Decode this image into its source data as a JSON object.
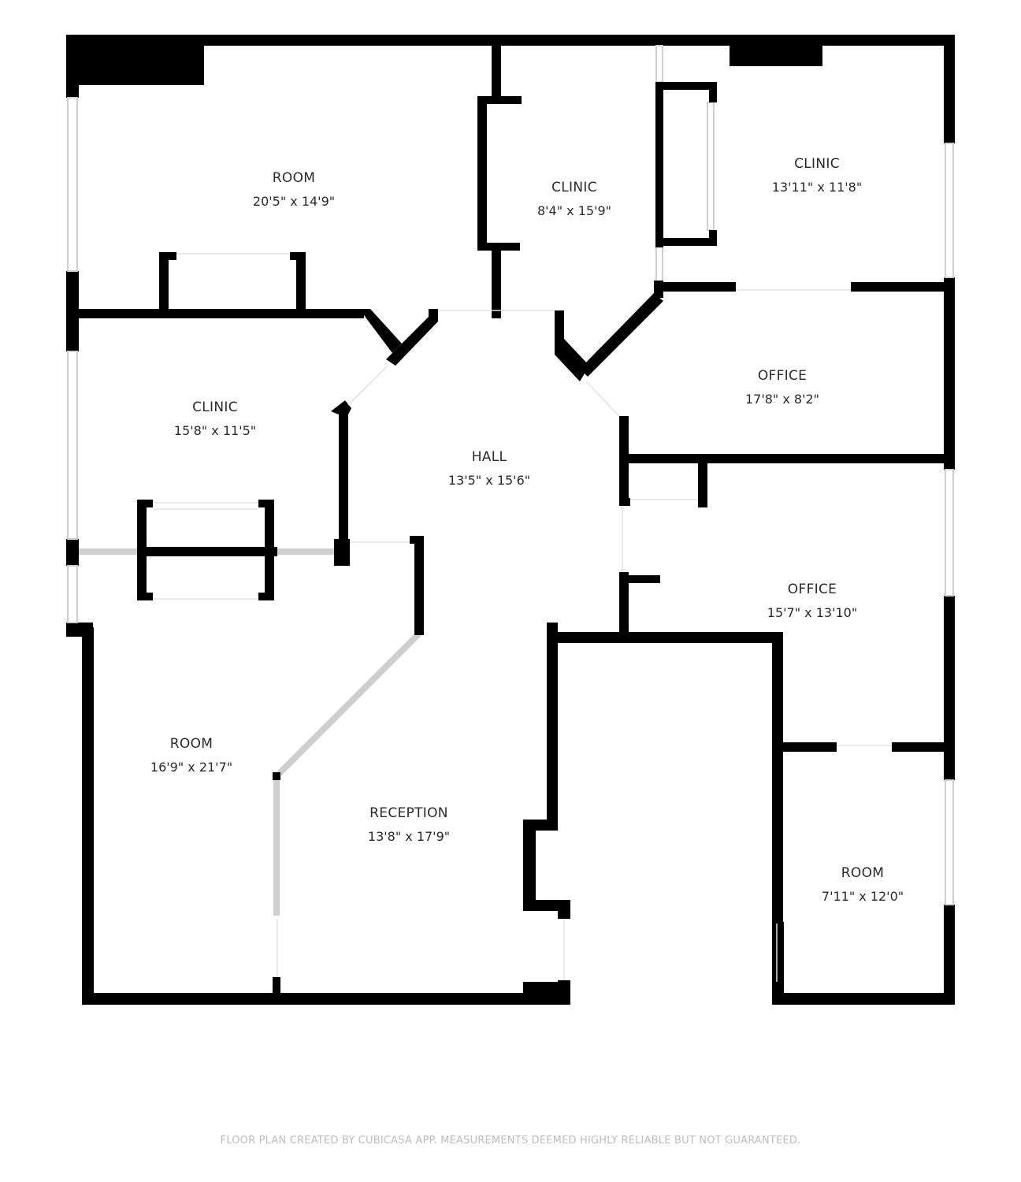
{
  "rooms": [
    {
      "key": "room-top-left",
      "name": "ROOM",
      "dims": "20'5\" x 14'9\""
    },
    {
      "key": "clinic-top-middle",
      "name": "CLINIC",
      "dims": "8'4\" x 15'9\""
    },
    {
      "key": "clinic-top-right",
      "name": "CLINIC",
      "dims": "13'11\" x 11'8\""
    },
    {
      "key": "clinic-left",
      "name": "CLINIC",
      "dims": "15'8\" x 11'5\""
    },
    {
      "key": "hall",
      "name": "HALL",
      "dims": "13'5\" x 15'6\""
    },
    {
      "key": "office-upper-right",
      "name": "OFFICE",
      "dims": "17'8\" x 8'2\""
    },
    {
      "key": "office-lower-right",
      "name": "OFFICE",
      "dims": "15'7\" x 13'10\""
    },
    {
      "key": "room-bottom-left",
      "name": "ROOM",
      "dims": "16'9\" x 21'7\""
    },
    {
      "key": "reception",
      "name": "RECEPTION",
      "dims": "13'8\" x 17'9\""
    },
    {
      "key": "room-bottom-right",
      "name": "ROOM",
      "dims": "7'11\" x 12'0\""
    }
  ],
  "footer": {
    "note": "FLOOR PLAN CREATED BY CUBICASA APP. MEASUREMENTS DEEMED HIGHLY RELIABLE BUT NOT GUARANTEED."
  },
  "colors": {
    "wall": "#000000",
    "window": "#cfcfcf",
    "background": "#ffffff",
    "label": "#2a2a2a",
    "footer": "#bdbdbd"
  }
}
